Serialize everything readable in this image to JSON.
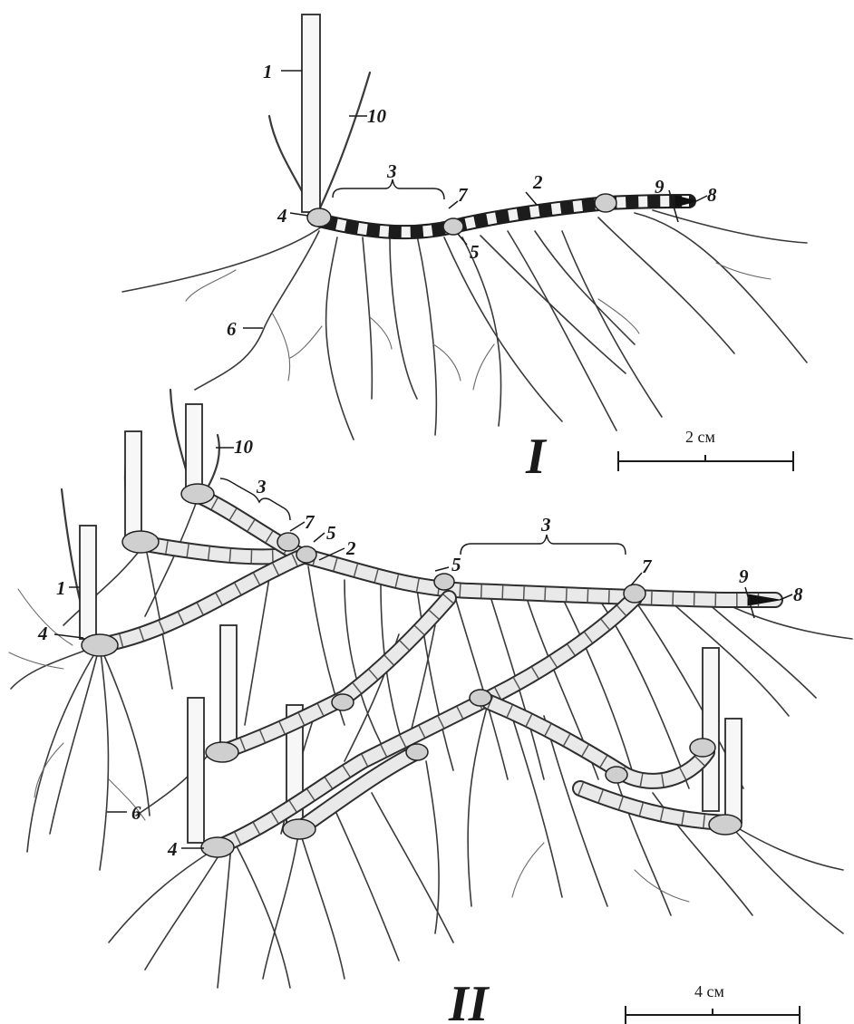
{
  "figure": {
    "panel_I_label": "I",
    "panel_II_label": "II"
  },
  "callouts_I": {
    "n1": "1",
    "n2": "2",
    "n3": "3",
    "n4": "4",
    "n5": "5",
    "n6": "6",
    "n7": "7",
    "n8": "8",
    "n9": "9",
    "n10": "10"
  },
  "callouts_II": {
    "n1": "1",
    "n2": "2",
    "n3a": "3",
    "n3b": "3",
    "n4a": "4",
    "n4b": "4",
    "n5a": "5",
    "n5b": "5",
    "n6": "6",
    "n7a": "7",
    "n7b": "7",
    "n8": "8",
    "n9": "9",
    "n10": "10"
  },
  "scale_bars": {
    "panel_I": "2 см",
    "panel_II": "4 см"
  }
}
